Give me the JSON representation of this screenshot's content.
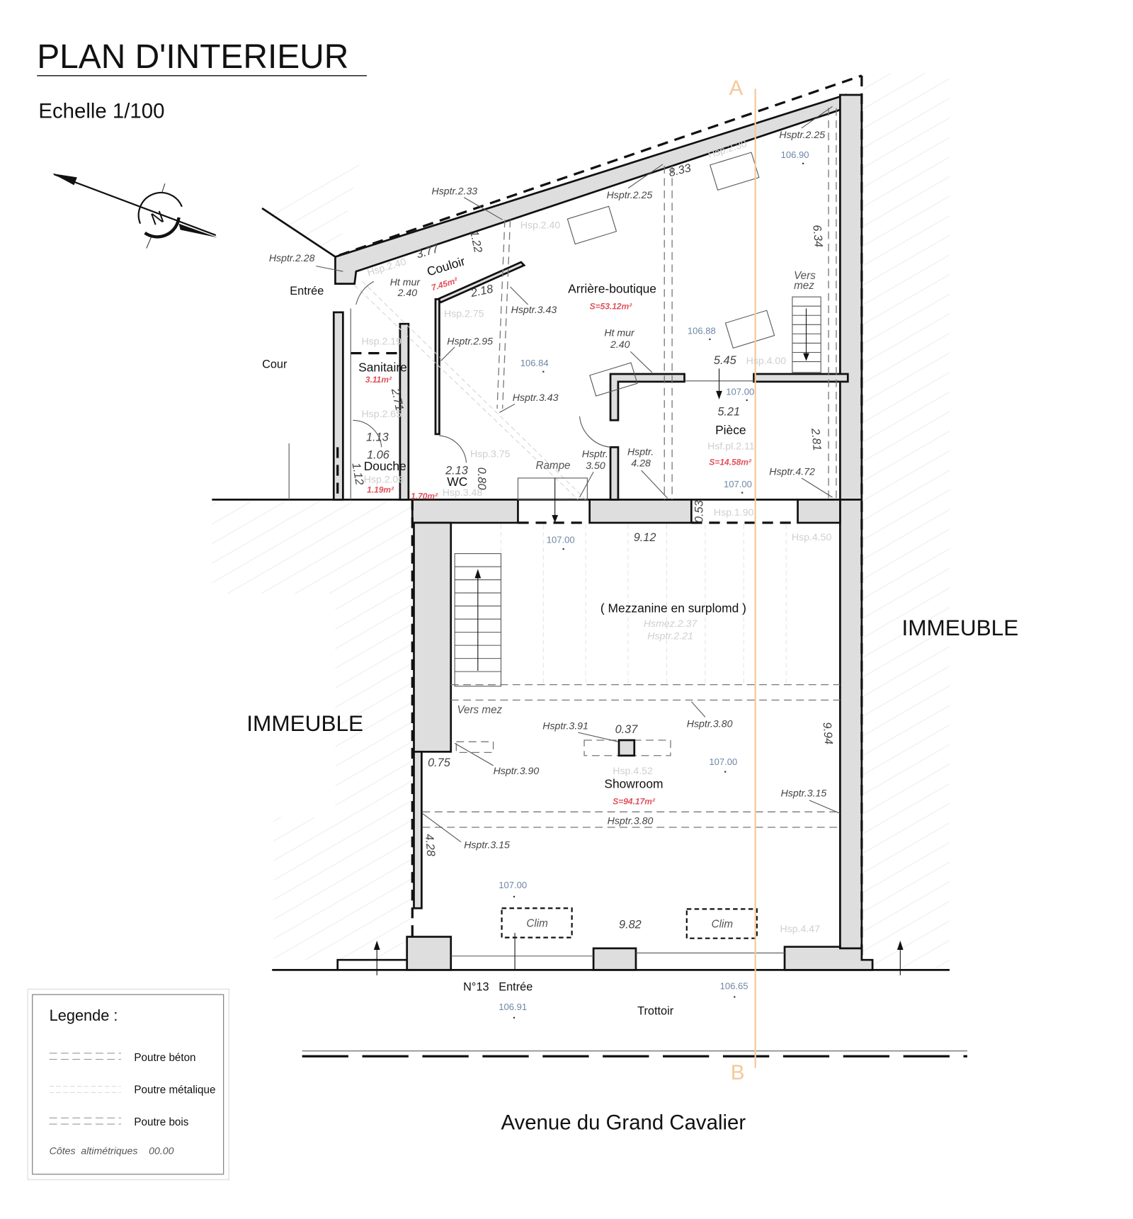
{
  "header": {
    "title": "PLAN D'INTERIEUR",
    "scale": "Echelle 1/100"
  },
  "colors": {
    "section_line": "#f6c79a",
    "area_text": "#e0505a",
    "altitude_text": "#6f86a6",
    "wall_fill": "#dedede"
  },
  "north_arrow": {
    "label": "N",
    "icon": "north-arrow-icon"
  },
  "section": {
    "start": "A",
    "end": "B"
  },
  "rooms": {
    "couloir": {
      "name": "Couloir",
      "area": "7.45m²"
    },
    "arriere": {
      "name": "Arrière-boutique",
      "area": "S=53.12m²"
    },
    "sanitaire": {
      "name": "Sanitaire",
      "area": "3.11m²"
    },
    "douche": {
      "name": "Douche",
      "area": "1.19m²"
    },
    "wc": {
      "name": "WC",
      "area": "1.70m²"
    },
    "piece": {
      "name": "Pièce",
      "area": "S=14.58m²"
    },
    "showroom": {
      "name": "Showroom",
      "area": "S=94.17m²"
    },
    "mezzanine": "( Mezzanine en surplomd )"
  },
  "labels": {
    "entree_cour": "Entrée",
    "cour": "Cour",
    "immeuble_right": "IMMEUBLE",
    "immeuble_left": "IMMEUBLE",
    "vers_mez_top_1": "Vers",
    "vers_mez_top_2": "mez",
    "vers_mez_bottom": "Vers mez",
    "rampe": "Rampe",
    "clim_1": "Clim",
    "clim_2": "Clim",
    "numero": "N°13",
    "entree_rue": "Entrée",
    "trottoir": "Trottoir",
    "avenue": "Avenue du Grand Cavalier"
  },
  "dims": [
    "3.77",
    "1.22",
    "2.18",
    "2.71",
    "1.13",
    "1.06",
    "1.12",
    "2.13",
    "0.80",
    "8.33",
    "6.34",
    "5.45",
    "5.21",
    "2.81",
    "0.53",
    "9.12",
    "0.37",
    "0.75",
    "9.94",
    "4.28",
    "9.82"
  ],
  "hsptr": [
    "Hsptr.2.33",
    "Hsptr.2.28",
    "Ht  mur",
    "2.40",
    "Hsptr.3.43",
    "Hsptr.2.95",
    "Hsptr.3.43",
    "Hsptr.2.25",
    "Hsptr.2.25",
    "Ht  mur",
    "2.40",
    "Hsptr.",
    "3.50",
    "Hsptr.",
    "4.28",
    "Hsptr.4.72",
    "Hsptr.3.91",
    "Hsptr.3.80",
    "Hsptr.3.90",
    "Hsptr.3.15",
    "Hsptr.3.80",
    "Hsptr.3.15"
  ],
  "hsp": [
    "Hsp.2.40",
    "Hsp.2.40",
    "Hsp.2.30",
    "Hsp.2.75",
    "Hsp.2.19",
    "Hsp.2.65",
    "Hsp.2.08",
    "Hsp.3.75",
    "Hsp.3.48",
    "Hsp.4.00",
    "Hsf.pl.2.11",
    "Hsp.1.90",
    "Hsp.4.50",
    "Hsmez.2.37",
    "Hsptr.2.21",
    "Hsp.4.52",
    "Hsp.4.47"
  ],
  "altitudes": [
    "106.84",
    "106.88",
    "106.90",
    "107.00",
    "107.00",
    "107.00",
    "107.00",
    "107.00",
    "106.65",
    "106.91"
  ],
  "legend": {
    "title": "Legende :",
    "items": [
      {
        "label": "Poutre béton",
        "line": "dashed-gray"
      },
      {
        "label": "Poutre métalique",
        "line": "dashed-light"
      },
      {
        "label": "Poutre bois",
        "line": "dashed-gray"
      }
    ],
    "note": "Côtes  altimétriques    00.00"
  }
}
